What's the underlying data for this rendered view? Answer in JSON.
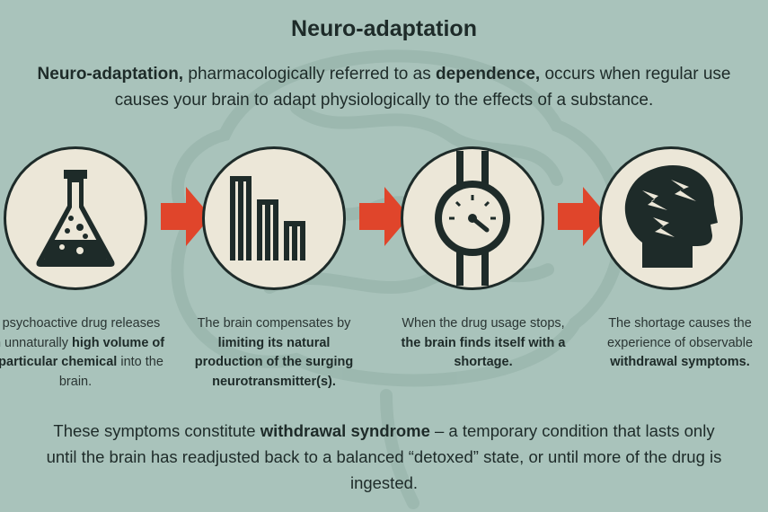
{
  "title": "Neuro-adaptation",
  "intro": {
    "b1": "Neuro-adaptation,",
    "t1": " pharmacologically referred to as ",
    "b2": "dependence,",
    "t2": " occurs when regular use causes your brain to adapt physiologically to the effects of a substance."
  },
  "steps": [
    {
      "icon": "flask-icon",
      "parts": [
        {
          "text": "A psychoactive drug releases an unnaturally ",
          "bold": false
        },
        {
          "text": "high volume of a particular chemical",
          "bold": true
        },
        {
          "text": " into the brain.",
          "bold": false
        }
      ]
    },
    {
      "icon": "bar-chart-icon",
      "parts": [
        {
          "text": "The brain compensates by ",
          "bold": false
        },
        {
          "text": "limiting its natural production of the surging neurotransmitter(s).",
          "bold": true
        }
      ]
    },
    {
      "icon": "gauge-icon",
      "parts": [
        {
          "text": "When the drug usage stops, ",
          "bold": false
        },
        {
          "text": "the brain finds itself with a shortage.",
          "bold": true
        }
      ]
    },
    {
      "icon": "head-lightning-icon",
      "parts": [
        {
          "text": "The shortage causes the experience of observable ",
          "bold": false
        },
        {
          "text": "withdrawal symptoms.",
          "bold": true
        }
      ]
    }
  ],
  "footer": {
    "t1": "These symptoms constitute ",
    "b1": "withdrawal syndrome",
    "t2": " – a temporary condition that lasts only until the brain has readjusted back to a balanced “detoxed” state, or until more of the drug is ingested."
  },
  "colors": {
    "background": "#a9c3bb",
    "circle_fill": "#ece7d8",
    "icon_dark": "#1e2b29",
    "arrow": "#e0452b"
  }
}
